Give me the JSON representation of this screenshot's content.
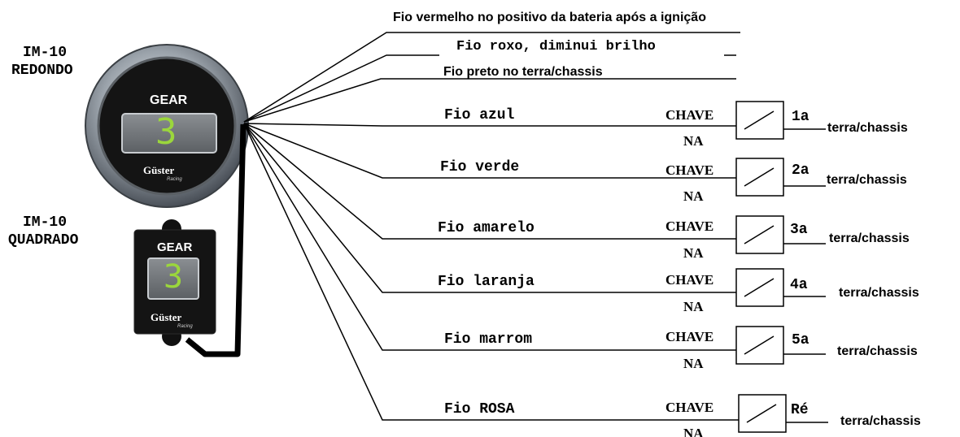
{
  "devices": {
    "round": {
      "name": "IM-10",
      "variant": "REDONDO",
      "display_label": "GEAR",
      "digit": "3",
      "brand": "Güster",
      "sub_brand": "Racing"
    },
    "square": {
      "name": "IM-10",
      "variant": "QUADRADO",
      "display_label": "GEAR",
      "digit": "3",
      "brand": "Güster",
      "sub_brand": "Racing"
    }
  },
  "top_wires": [
    {
      "label": "Fio vermelho no positivo da bateria  após a ignição"
    },
    {
      "label": "Fio roxo, diminui brilho"
    },
    {
      "label": "Fio preto no terra/chassis"
    }
  ],
  "gear_wires": [
    {
      "label": "Fio azul",
      "switch_label": "CHAVE",
      "switch_type": "NA",
      "gear": "1a",
      "ground": "terra/chassis"
    },
    {
      "label": "Fio verde",
      "switch_label": "CHAVE",
      "switch_type": "NA",
      "gear": "2a",
      "ground": "terra/chassis"
    },
    {
      "label": "Fio amarelo",
      "switch_label": "CHAVE",
      "switch_type": "NA",
      "gear": "3a",
      "ground": "terra/chassis"
    },
    {
      "label": "Fio laranja",
      "switch_label": "CHAVE",
      "switch_type": "NA",
      "gear": "4a",
      "ground": "terra/chassis"
    },
    {
      "label": "Fio marrom",
      "switch_label": "CHAVE",
      "switch_type": "NA",
      "gear": "5a",
      "ground": "terra/chassis"
    },
    {
      "label": "Fio ROSA",
      "switch_label": "CHAVE",
      "switch_type": "NA",
      "gear": "Ré",
      "ground": "terra/chassis"
    }
  ],
  "colors": {
    "digit": "#9bd63c",
    "line": "#000000"
  }
}
